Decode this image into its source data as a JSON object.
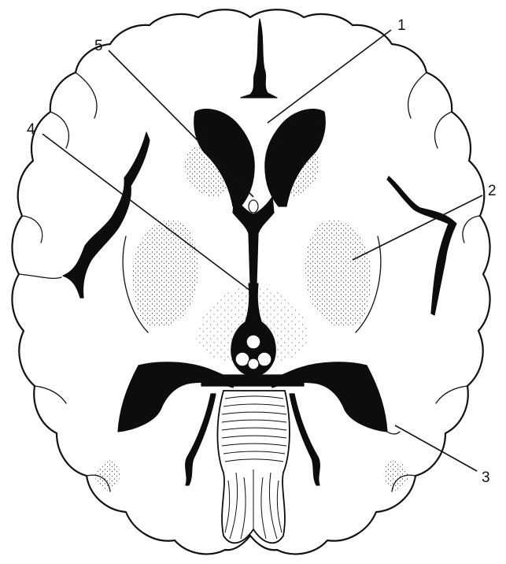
{
  "figure": {
    "callouts": [
      {
        "id": "1",
        "label": "1"
      },
      {
        "id": "2",
        "label": "2"
      },
      {
        "id": "3",
        "label": "3"
      },
      {
        "id": "4",
        "label": "4"
      },
      {
        "id": "5",
        "label": "5"
      }
    ]
  },
  "colors": {
    "ink": "#0d0d0d",
    "stipple": "#1a1a1a",
    "background": "#ffffff"
  }
}
